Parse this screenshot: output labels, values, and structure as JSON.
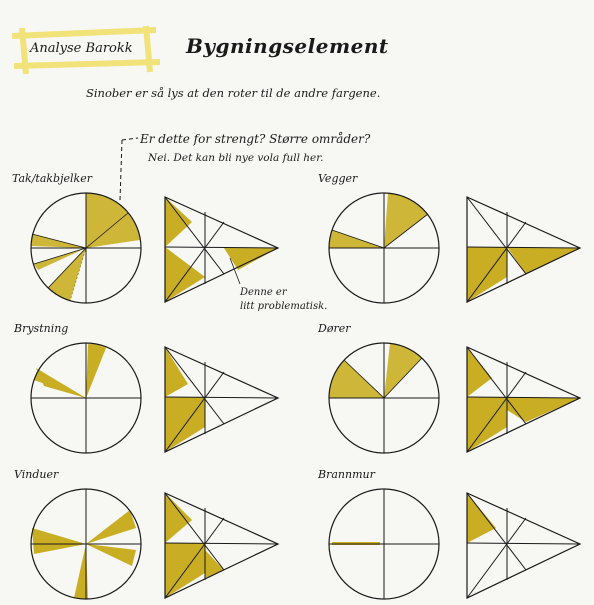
{
  "header": {
    "tag": "Analyse Barokk",
    "title": "Bygningselement",
    "subtitle": "Sinober er så lys at den roter til de andre fargene."
  },
  "note": {
    "line1": "Er dette for strengt? Større områder?",
    "line2": "Nei. Det kan bli nye vola full her."
  },
  "elements": [
    {
      "label": "Tak/takbjelker",
      "annotation": [
        "Denne er",
        "litt problematisk."
      ]
    },
    {
      "label": "Vegger"
    },
    {
      "label": "Brystning"
    },
    {
      "label": "Dører"
    },
    {
      "label": "Vinduer"
    },
    {
      "label": "Brannmur"
    }
  ],
  "colors": {
    "fill": "#c9ae24",
    "ink": "#1a1a1a",
    "highlight": "#f1e27a"
  }
}
